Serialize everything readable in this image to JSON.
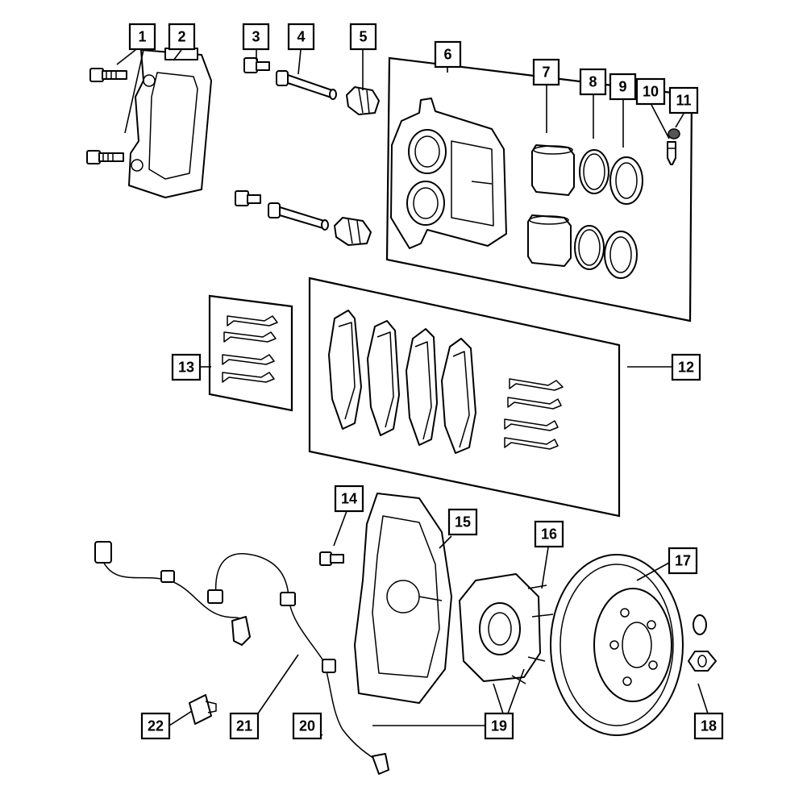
{
  "colors": {
    "ink": "#000000",
    "paper": "#ffffff"
  },
  "callouts": {
    "c1": "1",
    "c2": "2",
    "c3": "3",
    "c4": "4",
    "c5": "5",
    "c6": "6",
    "c7": "7",
    "c8": "8",
    "c9": "9",
    "c10": "10",
    "c11": "11",
    "c12": "12",
    "c13": "13",
    "c14": "14",
    "c15": "15",
    "c16": "16",
    "c17": "17",
    "c18": "18",
    "c19": "19",
    "c20": "20",
    "c21": "21",
    "c22": "22"
  }
}
